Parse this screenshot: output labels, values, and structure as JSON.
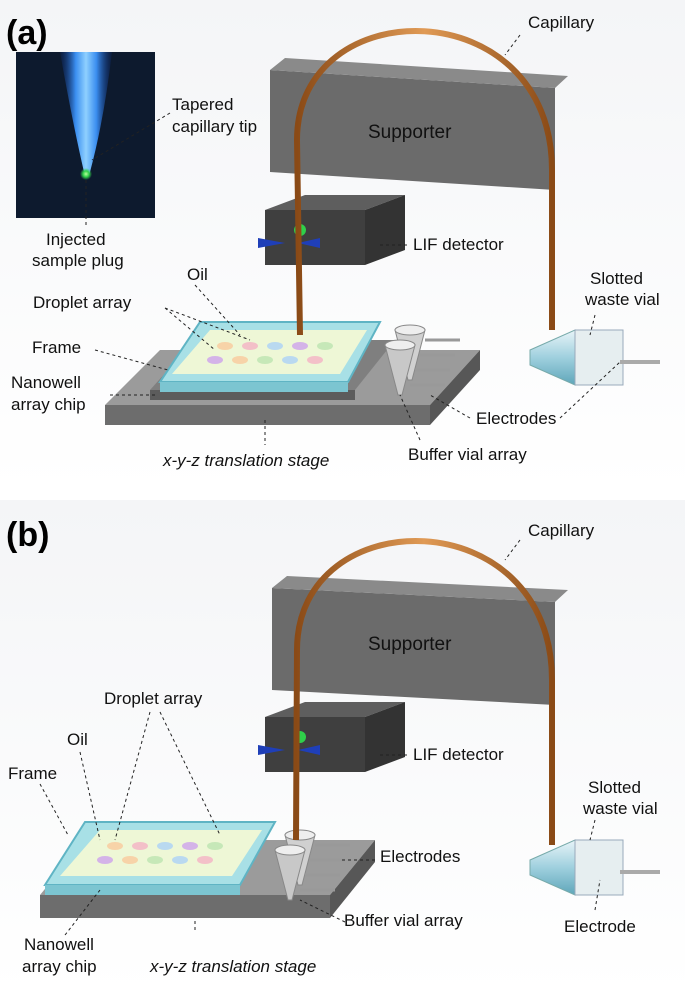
{
  "panel_a": {
    "letter": "(a)",
    "labels": {
      "capillary": "Capillary",
      "supporter": "Supporter",
      "tapered_line1": "Tapered",
      "tapered_line2": "capillary tip",
      "injected_line1": "Injected",
      "injected_line2": "sample plug",
      "lif": "LIF detector",
      "oil": "Oil",
      "droplet_array": "Droplet array",
      "frame": "Frame",
      "nanowell_line1": "Nanowell",
      "nanowell_line2": "array chip",
      "slotted_line1": "Slotted",
      "slotted_line2": "waste vial",
      "electrodes": "Electrodes",
      "stage": "x-y-z translation stage",
      "buffer": "Buffer vial array"
    }
  },
  "panel_b": {
    "letter": "(b)",
    "labels": {
      "capillary": "Capillary",
      "supporter": "Supporter",
      "lif": "LIF detector",
      "droplet_array": "Droplet array",
      "oil": "Oil",
      "frame": "Frame",
      "slotted_line1": "Slotted",
      "slotted_line2": "waste vial",
      "electrodes": "Electrodes",
      "buffer": "Buffer vial array",
      "electrode": "Electrode",
      "nanowell_line1": "Nanowell",
      "nanowell_line2": "array chip",
      "stage": "x-y-z translation stage"
    }
  }
}
